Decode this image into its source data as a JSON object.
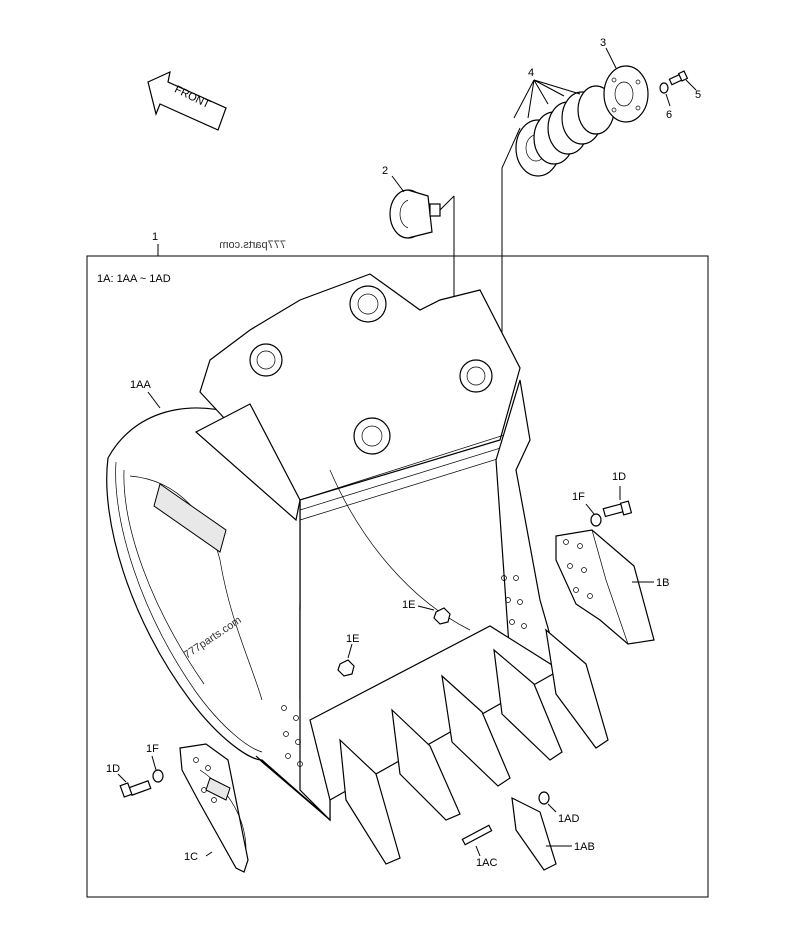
{
  "orientation_arrow": {
    "label": "FRONT"
  },
  "watermarks": [
    "777parts.com",
    "777parts.com"
  ],
  "assembly_note": "1A: 1AA ~ 1AD",
  "callouts": {
    "c1": "1",
    "c2": "2",
    "c3": "3",
    "c4": "4",
    "c5": "5",
    "c6": "6",
    "c1AA": "1AA",
    "c1B": "1B",
    "c1C": "1C",
    "c1D_right": "1D",
    "c1D_left": "1D",
    "c1F_right": "1F",
    "c1F_left": "1F",
    "c1E_mid": "1E",
    "c1E_low": "1E",
    "c1AB": "1AB",
    "c1AC": "1AC",
    "c1AD": "1AD"
  },
  "colors": {
    "line": "#000000",
    "background": "#ffffff",
    "shade": "#e8e8e8"
  }
}
